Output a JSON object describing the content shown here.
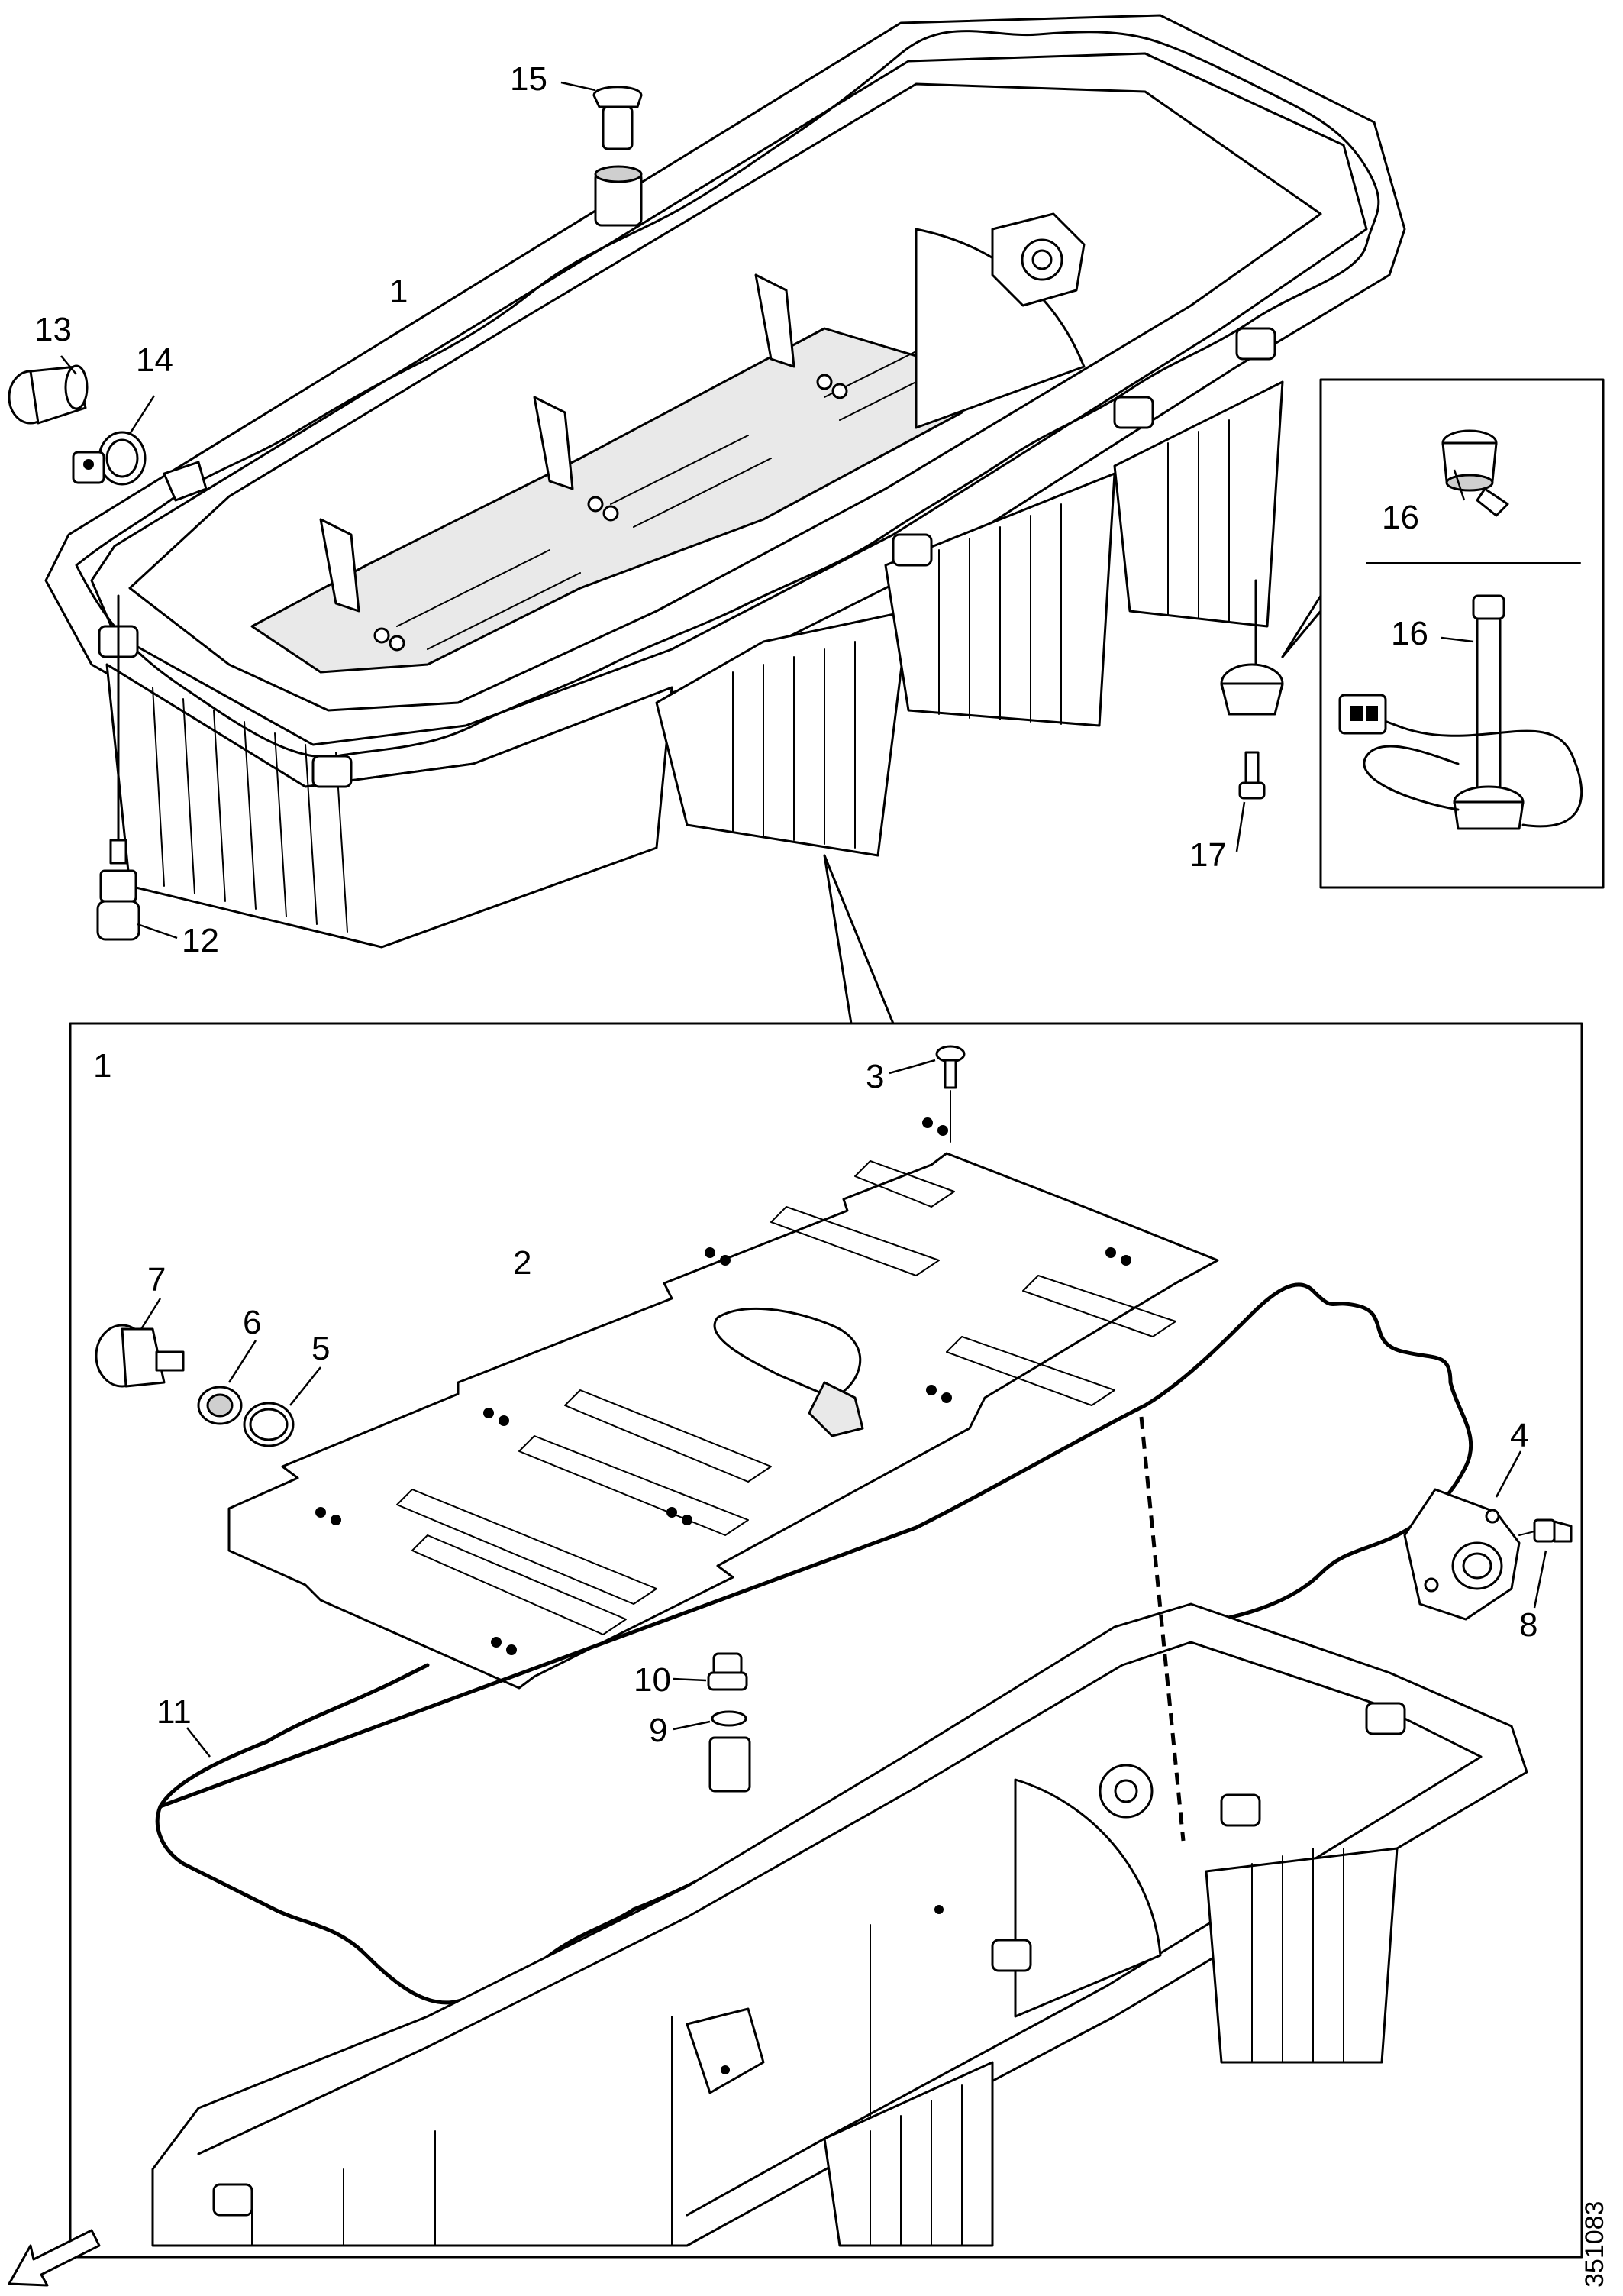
{
  "callouts": {
    "c1_top": "1",
    "c1_detail": "1",
    "c2": "2",
    "c3": "3",
    "c4": "4",
    "c5": "5",
    "c6": "6",
    "c7": "7",
    "c8": "8",
    "c9": "9",
    "c10": "10",
    "c11": "11",
    "c12": "12",
    "c13": "13",
    "c14": "14",
    "c15": "15",
    "c16_a": "16",
    "c16_b": "16",
    "c17": "17"
  },
  "document_id": "351083",
  "icons": {
    "direction": "forward-direction-arrow-icon"
  }
}
